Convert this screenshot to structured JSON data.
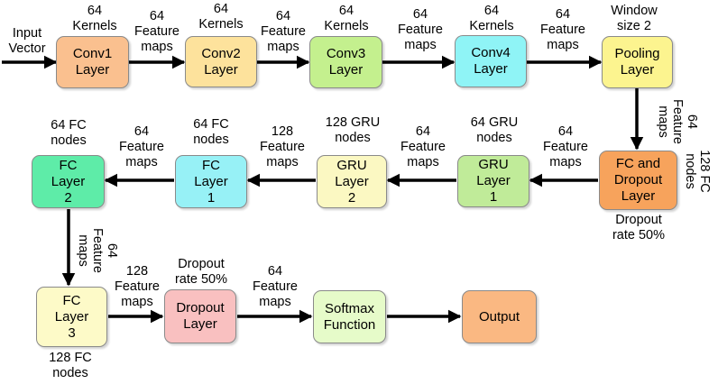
{
  "nodes": {
    "conv1": "Conv1\nLayer",
    "conv2": "Conv2\nLayer",
    "conv3": "Conv3\nLayer",
    "conv4": "Conv4\nLayer",
    "pooling": "Pooling\nLayer",
    "fc_dropout": "FC and\nDropout\nLayer",
    "gru1": "GRU\nLayer\n1",
    "gru2": "GRU\nLayer\n2",
    "fc1": "FC\nLayer\n1",
    "fc2": "FC\nLayer\n2",
    "fc3": "FC\nLayer\n3",
    "dropout": "Dropout\nLayer",
    "softmax": "Softmax\nFunction",
    "output": "Output"
  },
  "labels": {
    "input_vector": "Input\nVector",
    "conv1_kernels": "64\nKernels",
    "conv1_to_conv2": "64\nFeature\nmaps",
    "conv2_kernels": "64\nKernels",
    "conv2_to_conv3": "64\nFeature\nmaps",
    "conv3_kernels": "64\nKernels",
    "conv3_to_conv4": "64\nFeature\nmaps",
    "conv4_kernels": "64\nKernels",
    "conv4_to_pool": "64\nFeature\nmaps",
    "window_size": "Window\nsize 2",
    "pool_to_fcd": "64\nFeature\nmaps",
    "fcd_nodes": "128 FC\nnodes",
    "dropout_rate_1": "Dropout\nrate 50%",
    "fcd_to_gru1": "64\nFeature\nmaps",
    "gru1_nodes": "64 GRU\nnodes",
    "gru1_to_gru2": "64\nFeature\nmaps",
    "gru2_nodes": "128 GRU\nnodes",
    "gru2_to_fc1": "128\nFeature\nmaps",
    "fc1_nodes": "64 FC\nnodes",
    "fc1_to_fc2": "64\nFeature\nmaps",
    "fc2_nodes": "64 FC\nnodes",
    "fc2_to_fc3": "64\nFeature\nmaps",
    "fc3_nodes": "128 FC\nnodes",
    "fc3_to_dropout": "128\nFeature\nmaps",
    "dropout_rate_2": "Dropout\nrate 50%",
    "dropout_to_softmax": "64\nFeature\nmaps"
  },
  "colors": {
    "conv1": "#fac08f",
    "conv2": "#fde29c",
    "conv3": "#c4f08e",
    "conv4": "#8ff4f6",
    "pooling": "#fcf48f",
    "fc_dropout": "#f7a35c",
    "gru1": "#c0eb99",
    "gru2": "#fbf8c2",
    "fc1": "#97f1f6",
    "fc2": "#5eeca8",
    "fc3": "#fdfac8",
    "dropout": "#f9c0c0",
    "softmax": "#e6fbc9",
    "output": "#fab882"
  }
}
